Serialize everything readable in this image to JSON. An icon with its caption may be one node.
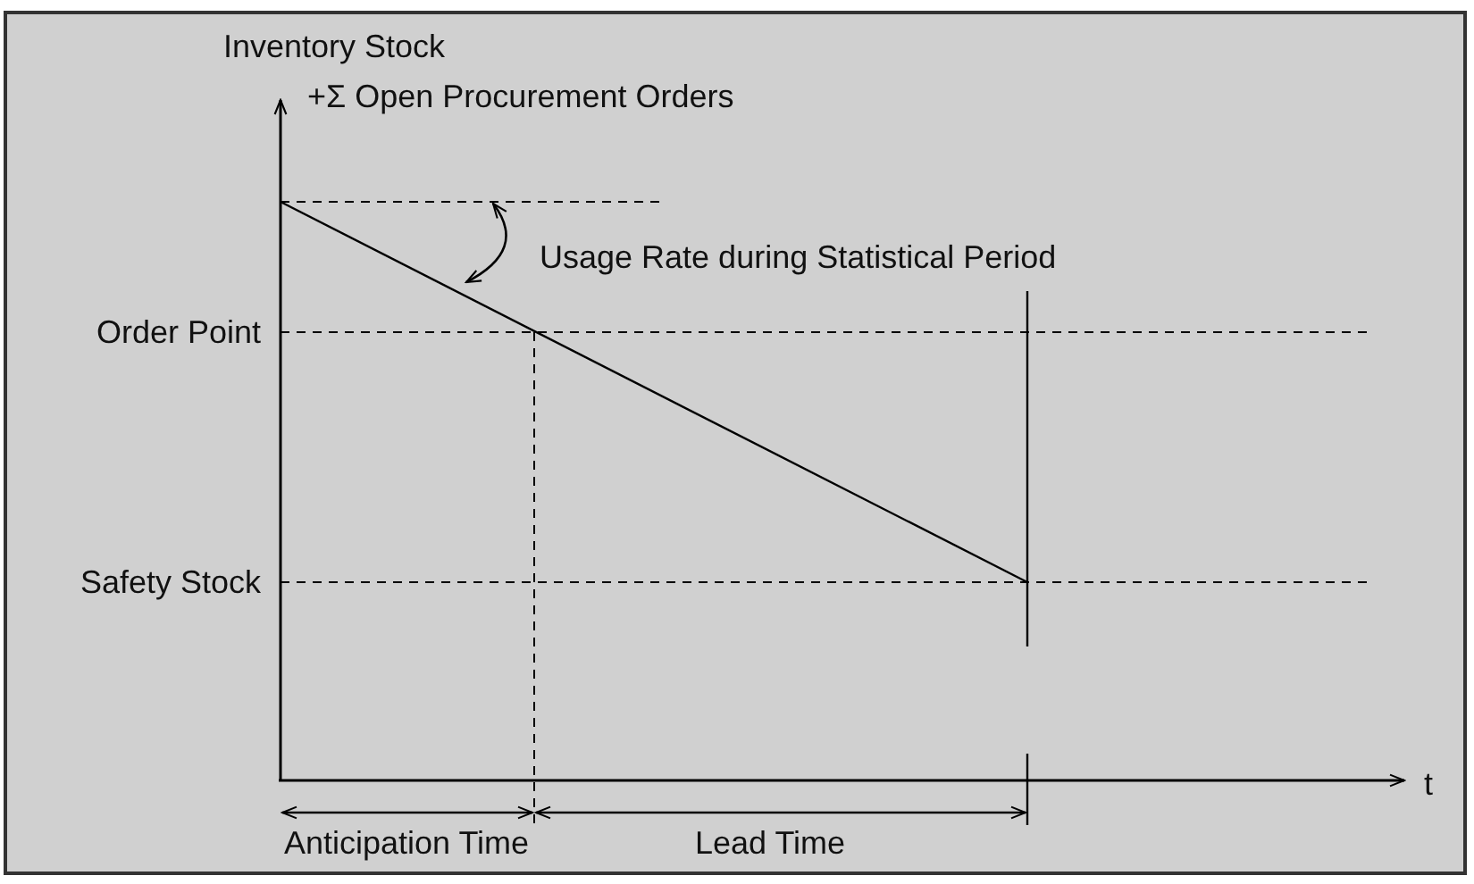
{
  "diagram": {
    "labels": [
      "Inventory Stock",
      "+Σ Open Procurement Orders",
      "Usage Rate during Statistical Period",
      "Order Point",
      "Safety Stock",
      "t",
      "Anticipation Time",
      "Lead Time"
    ]
  }
}
